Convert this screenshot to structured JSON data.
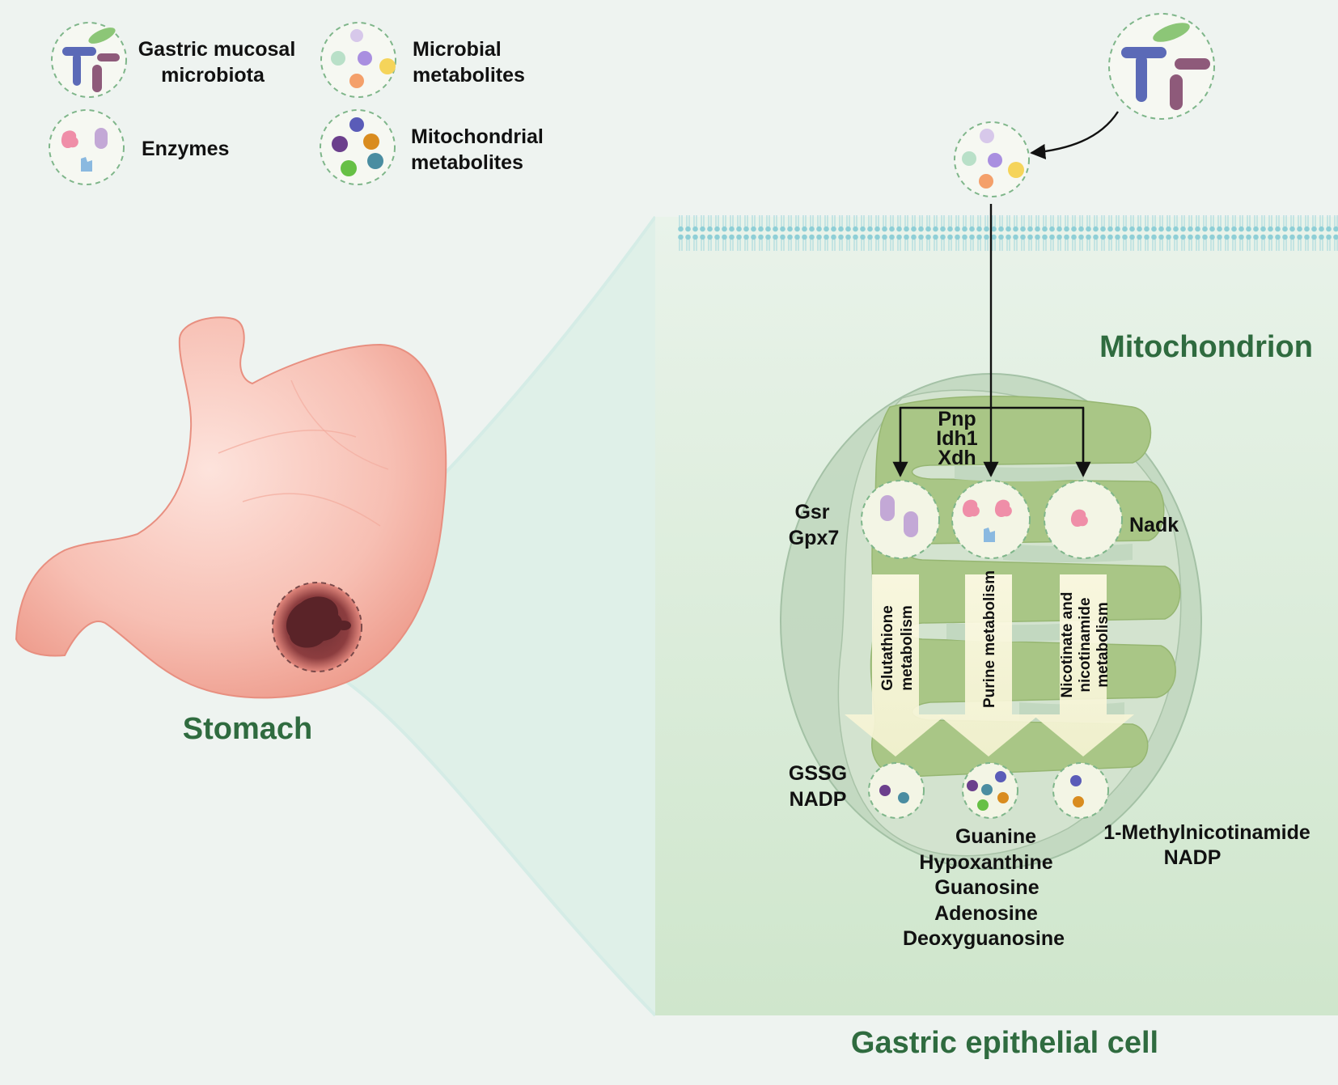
{
  "legend": {
    "microbiota": [
      "Gastric mucosal",
      "microbiota"
    ],
    "microbial_metabolites": [
      "Microbial",
      "metabolites"
    ],
    "enzymes": "Enzymes",
    "mito_metabolites": [
      "Mitochondrial",
      "metabolites"
    ]
  },
  "titles": {
    "stomach": "Stomach",
    "mitochondrion": "Mitochondrion",
    "cell": "Gastric epithelial cell"
  },
  "enzymes": {
    "top": [
      "Pnp",
      "Idh1",
      "Xdh"
    ],
    "left": [
      "Gsr",
      "Gpx7"
    ],
    "right": "Nadk"
  },
  "pathways": {
    "glutathione": [
      "Glutathione",
      "metabolism"
    ],
    "purine": "Purine metabolism",
    "nicotinate": [
      "Nicotinate and",
      "nicotinamide",
      "metabolism"
    ]
  },
  "products": {
    "left": [
      "GSSG",
      "NADP"
    ],
    "middle": [
      "Guanine",
      "Hypoxanthine",
      "Guanosine",
      "Adenosine",
      "Deoxyguanosine"
    ],
    "right": [
      "1-Methylnicotinamide",
      "NADP"
    ]
  },
  "colors": {
    "title_green": "#2f6b3f",
    "cell_green": "#cfe6cc",
    "crista_green": "#a9c686",
    "stomach_pink": "#f3a79a"
  }
}
